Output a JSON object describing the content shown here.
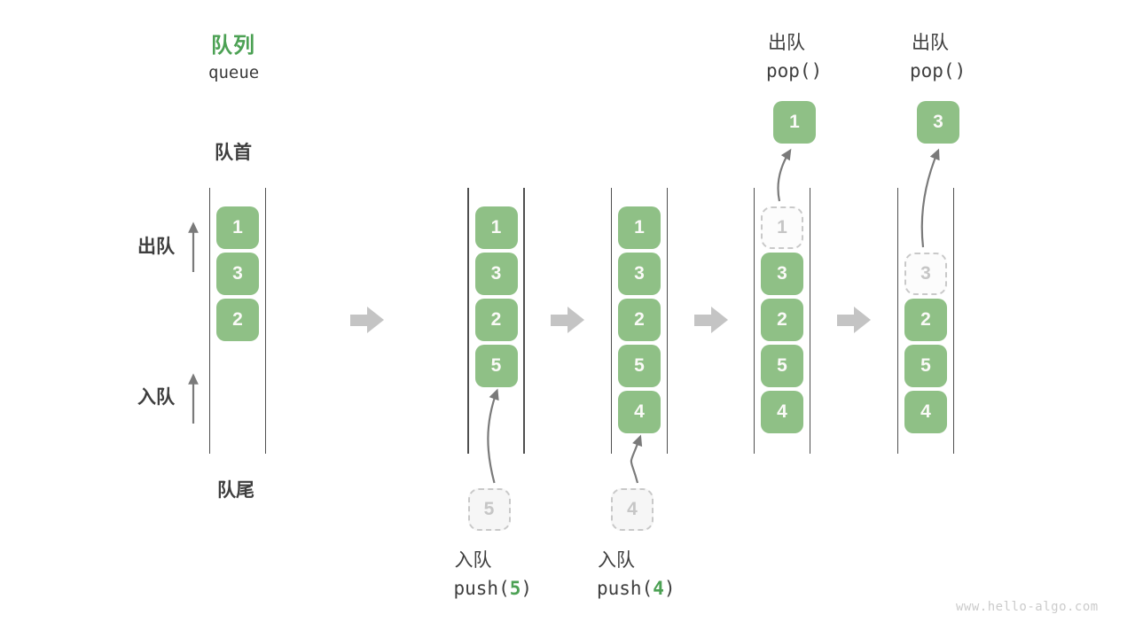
{
  "meta": {
    "watermark": "www.hello-algo.com"
  },
  "legend": {
    "title": "队列",
    "subtitle": "queue",
    "front": "队首",
    "rear": "队尾",
    "dequeue": "出队",
    "enqueue": "入队"
  },
  "colors": {
    "accent_green": "#4CA154",
    "box_green": "#8FC086",
    "box_text": "#FAFAF7",
    "dashed_border": "#C9C9C9",
    "dashed_text": "#C6C6C6",
    "channel_line": "#4F4F4F",
    "thin_arrow": "#7A7A7A",
    "block_arrow": "#C4C4C4",
    "text_dark": "#3E3E3E",
    "watermark_gray": "#CBCBCB"
  },
  "stages": [
    {
      "slots": [
        {
          "row": 0,
          "value": "1",
          "style": "solid"
        },
        {
          "row": 1,
          "value": "3",
          "style": "solid"
        },
        {
          "row": 2,
          "value": "2",
          "style": "solid"
        }
      ]
    },
    {
      "slots": [
        {
          "row": 0,
          "value": "1",
          "style": "solid"
        },
        {
          "row": 1,
          "value": "3",
          "style": "solid"
        },
        {
          "row": 2,
          "value": "2",
          "style": "solid"
        },
        {
          "row": 3,
          "value": "5",
          "style": "solid"
        }
      ],
      "pending": {
        "value": "5"
      },
      "operation": {
        "name": "入队",
        "code_pre": "push(",
        "code_arg": "5",
        "code_post": ")",
        "position": "below"
      }
    },
    {
      "slots": [
        {
          "row": 0,
          "value": "1",
          "style": "solid"
        },
        {
          "row": 1,
          "value": "3",
          "style": "solid"
        },
        {
          "row": 2,
          "value": "2",
          "style": "solid"
        },
        {
          "row": 3,
          "value": "5",
          "style": "solid"
        },
        {
          "row": 4,
          "value": "4",
          "style": "solid"
        }
      ],
      "pending": {
        "value": "4"
      },
      "operation": {
        "name": "入队",
        "code_pre": "push(",
        "code_arg": "4",
        "code_post": ")",
        "position": "below"
      }
    },
    {
      "slots": [
        {
          "row": 0,
          "value": "1",
          "style": "dashed"
        },
        {
          "row": 1,
          "value": "3",
          "style": "solid"
        },
        {
          "row": 2,
          "value": "2",
          "style": "solid"
        },
        {
          "row": 3,
          "value": "5",
          "style": "solid"
        },
        {
          "row": 4,
          "value": "4",
          "style": "solid"
        }
      ],
      "popped": {
        "value": "1"
      },
      "operation": {
        "name": "出队",
        "code_pre": "pop()",
        "code_arg": "",
        "code_post": "",
        "position": "above"
      }
    },
    {
      "slots": [
        {
          "row": 1,
          "value": "3",
          "style": "dashed"
        },
        {
          "row": 2,
          "value": "2",
          "style": "solid"
        },
        {
          "row": 3,
          "value": "5",
          "style": "solid"
        },
        {
          "row": 4,
          "value": "4",
          "style": "solid"
        }
      ],
      "popped": {
        "value": "3"
      },
      "operation": {
        "name": "出队",
        "code_pre": "pop()",
        "code_arg": "",
        "code_post": "",
        "position": "above"
      }
    }
  ]
}
